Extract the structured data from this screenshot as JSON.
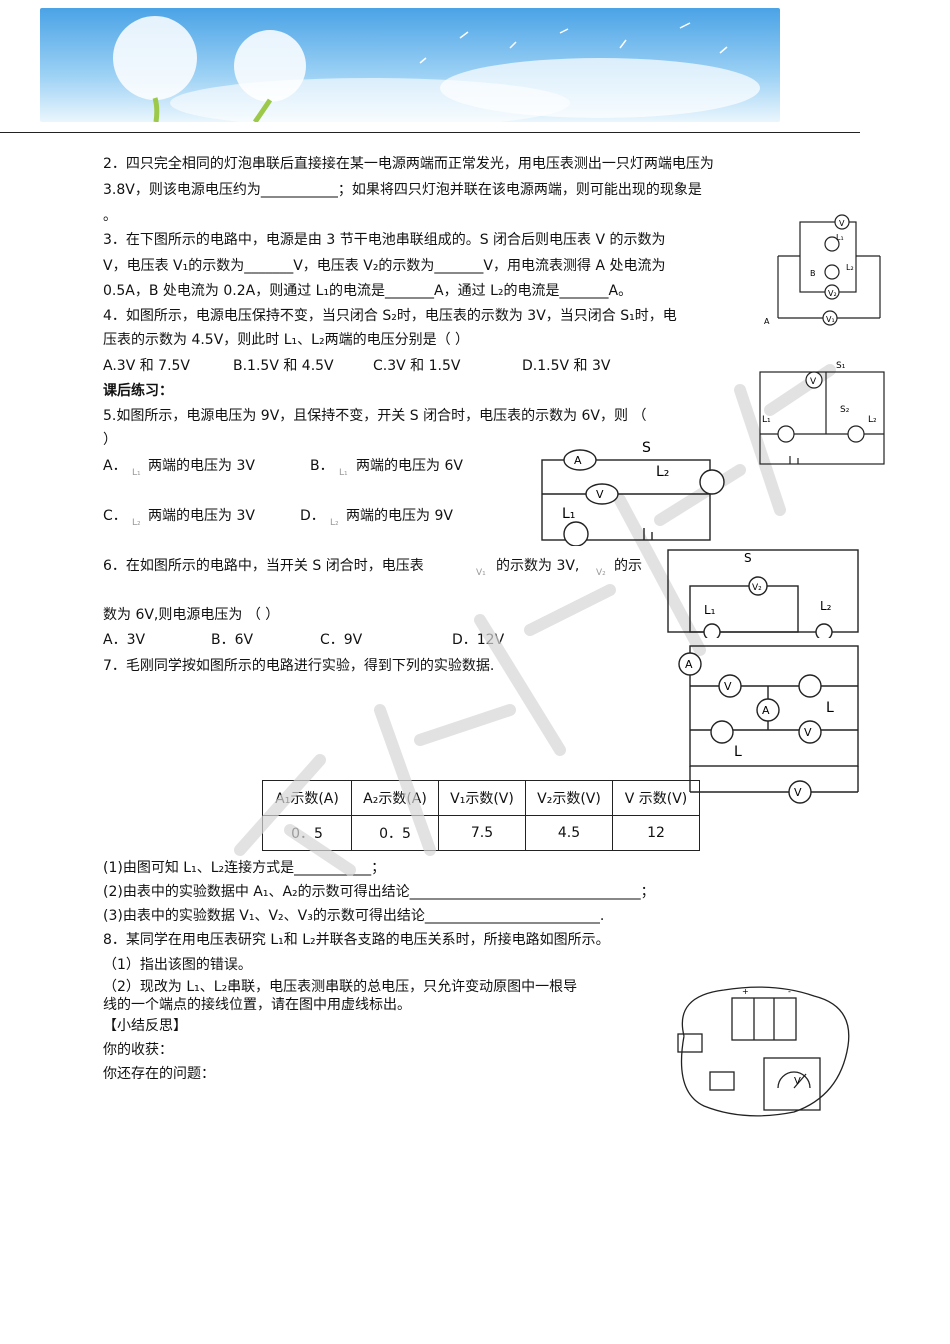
{
  "q2": {
    "line1": "2．四只完全相同的灯泡串联后直接接在某一电源两端而正常发光，用电压表测出一只灯两端电压为",
    "line2": "3.8V，则该电源电压约为___________；如果将四只灯泡并联在该电源两端，则可能出现的现象是",
    "line3": "。"
  },
  "q3": {
    "line1": "3．在下图所示的电路中，电源是由 3 节干电池串联组成的。S 闭合后则电压表 V 的示数为",
    "line2": "V，电压表 V₁的示数为_______V，电压表 V₂的示数为_______V，用电流表测得 A 处电流为",
    "line3": "0.5A，B 处电流为 0.2A，则通过 L₁的电流是_______A，通过 L₂的电流是_______A。"
  },
  "q4": {
    "line1": "4．如图所示，电源电压保持不变，当只闭合 S₂时，电压表的示数为 3V，当只闭合 S₁时，电",
    "line2": "压表的示数为 4.5V，则此时 L₁、L₂两端的电压分别是（      ）",
    "options": [
      "A.3V 和 7.5V",
      "B.1.5V 和 4.5V",
      "C.3V 和 1.5V",
      "D.1.5V 和 3V"
    ]
  },
  "after_class": "课后练习：",
  "q5": {
    "line1": "5.如图所示，电源电压为 9V，且保持不变，开关 S 闭合时，电压表的示数为 6V，则      （",
    "line2": "）",
    "opt_a_letter": "A．",
    "opt_a_text": "两端的电压为 3V",
    "opt_b_letter": "B．",
    "opt_b_text": "两端的电压为 6V",
    "opt_c_letter": "C．",
    "opt_c_text": "两端的电压为 3V",
    "opt_d_letter": "D．",
    "opt_d_text": "两端的电压为 9V",
    "lbl_l1": "L₁",
    "lbl_l2": "L₂"
  },
  "q6": {
    "line1_a": "6．在如图所示的电路中，当开关 S 闭合时，电压表",
    "line1_b": "的示数为 3V,",
    "line1_c": "的示",
    "lbl_v1": "V₁",
    "lbl_v2": "V₂",
    "line2": "数为 6V,则电源电压为       （     ）",
    "options": [
      "A．3V",
      "B．6V",
      "C．9V",
      "D．12V"
    ]
  },
  "q7": {
    "line1": "7．毛刚同学按如图所示的电路进行实验，得到下列的实验数据.",
    "table_headers": [
      "A₁示数(A)",
      "A₂示数(A)",
      "V₁示数(V)",
      "V₂示数(V)",
      "V 示数(V)"
    ],
    "table_values": [
      "0．5",
      "0．5",
      "7.5",
      "4.5",
      "12"
    ],
    "sub1": "(1)由图可知 L₁、L₂连接方式是___________；",
    "sub2": "(2)由表中的实验数据中 A₁、A₂的示数可得出结论_________________________________；",
    "sub3": "(3)由表中的实验数据 V₁、V₂、V₃的示数可得出结论_________________________."
  },
  "q8": {
    "line1": "8．某同学在用电压表研究 L₁和 L₂并联各支路的电压关系时，所接电路如图所示。",
    "sub1": "（1）指出该图的错误。",
    "sub2_l1": "（2）现改为 L₁、L₂串联，电压表测串联的总电压，只允许变动原图中一根导",
    "sub2_l2": "线的一个端点的接线位置，请在图中用虚线标出。"
  },
  "summary": {
    "title": "【小结反思】",
    "gain": "你的收获：",
    "issue": "你还存在的问题："
  },
  "figures": {
    "f3": {
      "v": "V",
      "v1": "V₁",
      "v2": "V₂",
      "l1": "L₁",
      "l2": "L₂",
      "a": "A",
      "b": "B"
    },
    "f4": {
      "v": "V",
      "s1": "S₁",
      "s2": "S₂",
      "l1": "L₁",
      "l2": "L₂"
    },
    "f5": {
      "a": "A",
      "s": "S",
      "l2": "L₂",
      "v": "V",
      "l1": "L₁"
    },
    "f6": {
      "s": "S",
      "v2": "V₂",
      "l1": "L₁",
      "l2": "L₂"
    },
    "f7": {
      "a1": "A",
      "v1": "V",
      "a2": "A",
      "l2": "L",
      "v3": "V",
      "l1": "L",
      "v": "V"
    },
    "f8": {
      "v": "V",
      "plus": "+",
      "minus": "-"
    }
  }
}
